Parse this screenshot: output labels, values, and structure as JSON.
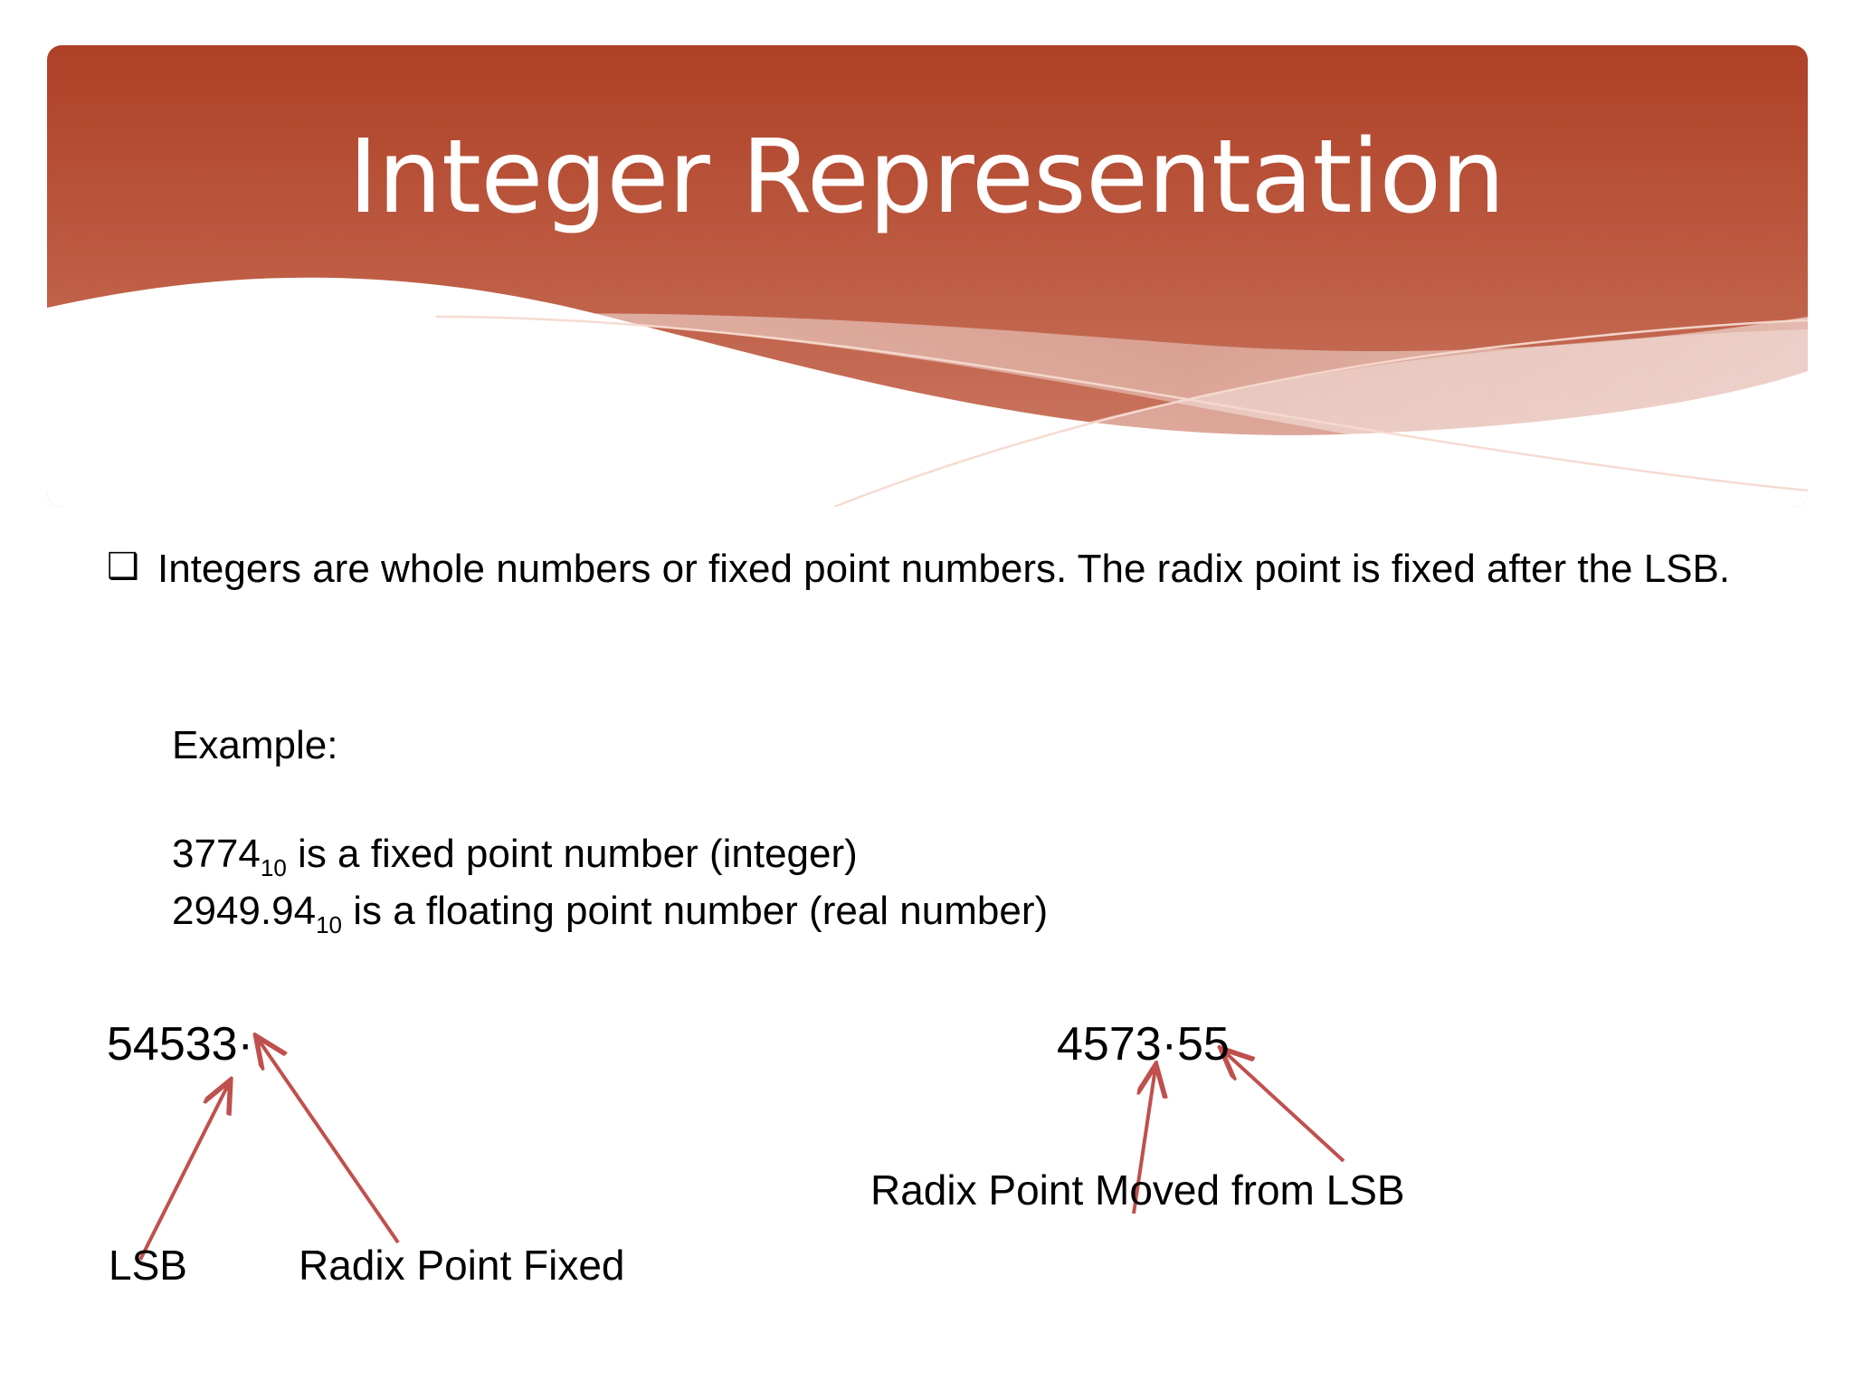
{
  "slide": {
    "title": "Integer Representation",
    "theme": {
      "banner_gradient_top": "#AE4026",
      "banner_gradient_bottom": "#CB7963",
      "title_color": "#FFFFFF",
      "body_text_color": "#000000",
      "arrow_color": "#C0504D",
      "background": "#FFFFFF"
    }
  },
  "body": {
    "bullets": [
      {
        "marker": "❑",
        "text": "Integers are whole numbers or fixed point numbers. The radix point is fixed after the LSB."
      }
    ],
    "example_label": "Example:",
    "examples": [
      {
        "value": "3774",
        "subscript": "10",
        "description": " is a fixed point number (integer)"
      },
      {
        "value": "2949.94",
        "subscript": "10",
        "description": " is a floating point number (real number)"
      }
    ]
  },
  "diagram": {
    "fixed_point": {
      "number": "54533·",
      "labels": {
        "lsb": "LSB",
        "radix_point": "Radix Point Fixed"
      }
    },
    "floating_point": {
      "number": "4573·55",
      "labels": {
        "radix_point": "Radix Point Moved from LSB"
      }
    }
  }
}
